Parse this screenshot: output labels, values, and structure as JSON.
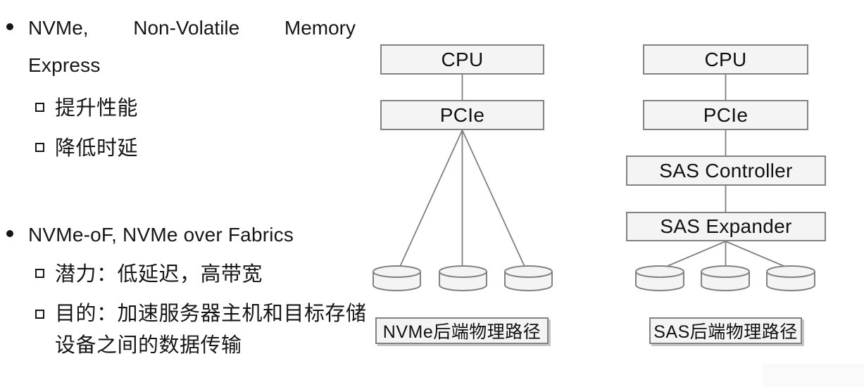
{
  "bullets": {
    "b1": {
      "line1_words": [
        "NVMe,",
        "Non-Volatile",
        "Memory"
      ],
      "line2": "Express",
      "subs": [
        "提升性能",
        "降低时延"
      ]
    },
    "b2": {
      "title": "NVMe-oF, NVMe over Fabrics",
      "subs": [
        {
          "lines": [
            "潜力：低延迟，高带宽"
          ]
        },
        {
          "lines": [
            "目的：加速服务器主机和目标存储",
            "设备之间的数据传输"
          ]
        }
      ]
    }
  },
  "diagrams": {
    "nvme": {
      "nodes": [
        "CPU",
        "PCIe"
      ],
      "disk_count": 3,
      "caption": "NVMe后端物理路径"
    },
    "sas": {
      "nodes": [
        "CPU",
        "PCIe",
        "SAS Controller",
        "SAS Expander"
      ],
      "disk_count": 3,
      "caption": "SAS后端物理路径"
    }
  },
  "colors": {
    "box_fill": "#f4f4f4",
    "box_border": "#828282",
    "connector": "#808080",
    "text": "#161616"
  }
}
